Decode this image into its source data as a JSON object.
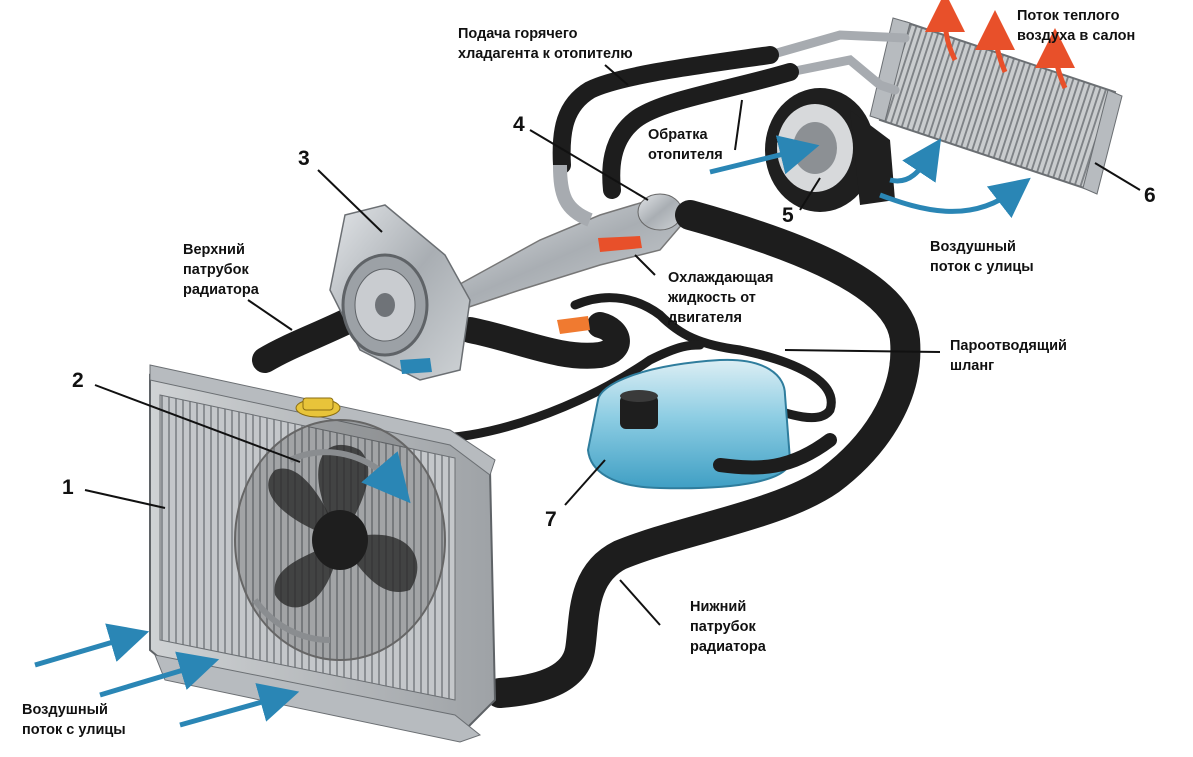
{
  "labels": {
    "hot_supply_line1": "Подача горячего",
    "hot_supply_line2": "хладагента к отопителю",
    "warm_flow_line1": "Поток теплого",
    "warm_flow_line2": "воздуха в салон",
    "heater_return_line1": "Обратка",
    "heater_return_line2": "отопителя",
    "upper_hose_line1": "Верхний",
    "upper_hose_line2": "патрубок",
    "upper_hose_line3": "радиатора",
    "engine_coolant_line1": "Охлаждающая",
    "engine_coolant_line2": "жидкость от",
    "engine_coolant_line3": "двигателя",
    "vapor_hose_line1": "Пароотводящий",
    "vapor_hose_line2": "шланг",
    "street_air_right_line1": "Воздушный",
    "street_air_right_line2": "поток с улицы",
    "lower_hose_line1": "Нижний",
    "lower_hose_line2": "патрубок",
    "lower_hose_line3": "радиатора",
    "street_air_left_line1": "Воздушный",
    "street_air_left_line2": "поток с улицы"
  },
  "callouts": {
    "n1": "1",
    "n2": "2",
    "n3": "3",
    "n4": "4",
    "n5": "5",
    "n6": "6",
    "n7": "7"
  },
  "colors": {
    "hose": "#1d1d1d",
    "metal": "#b4b8bc",
    "coolant_tank": "#5fb6d6",
    "cold_arrow": "#2a86b5",
    "hot_arrow": "#e8502a"
  }
}
